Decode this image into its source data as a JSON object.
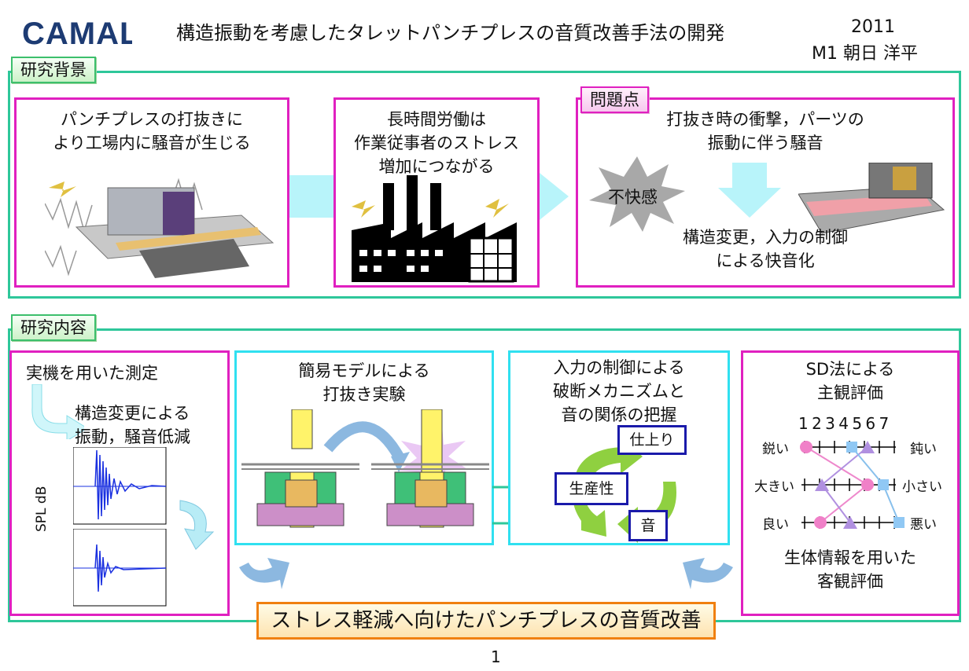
{
  "header": {
    "logo_text": "CAMAL",
    "title": "構造振動を考慮したタレットパンチプレスの音質改善手法の開発",
    "year": "2011",
    "author": "M1 朝日 洋平"
  },
  "background_section": {
    "tab_label": "研究背景",
    "box1_text": "パンチプレスの打抜きに\nより工場内に騒音が生じる",
    "box2_text": "長時間労働は\n作業従事者のストレス\n増加につながる",
    "box3_tab": "問題点",
    "box3_top": "打抜き時の衝撃，パーツの\n振動に伴う騒音",
    "box3_star": "不快感",
    "box3_bottom": "構造変更，入力の制御\nによる快音化"
  },
  "content_section": {
    "tab_label": "研究内容",
    "measure_title": "実機を用いた測定",
    "measure_sub": "構造変更による\n振動，騒音低減",
    "ylabel": "SPL dB",
    "model_title": "簡易モデルによる\n打抜き実験",
    "control_title": "入力の制御による\n破断メカニズムと\n音の関係の把握",
    "cycle_items": [
      "仕上り",
      "生産性",
      "音"
    ],
    "sd_title": "SD法による\n主観評価",
    "scale_numbers": "1 2 3 4 5 6 7",
    "sd_pairs": [
      {
        "left": "鋭い",
        "right": "鈍い"
      },
      {
        "left": "大きい",
        "right": "小さい"
      },
      {
        "left": "良い",
        "right": "悪い"
      }
    ],
    "bio_text": "生体情報を用いた\n客観評価"
  },
  "goal_text": "ストレス軽減へ向けたパンチプレスの音質改善",
  "page_number": "1",
  "colors": {
    "pink": "#e020c0",
    "cyan": "#30e0f0",
    "green": "#2ec79a",
    "orange": "#f08010"
  }
}
